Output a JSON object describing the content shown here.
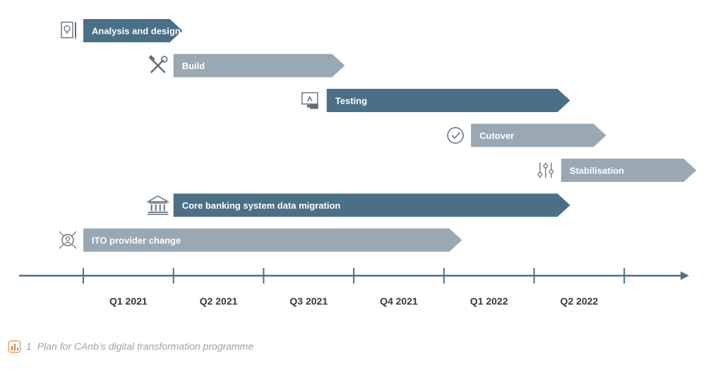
{
  "colors": {
    "dark": "#4b6f86",
    "light": "#9aa8b3",
    "axis": "#4b6f86",
    "icon": "#5f6f7a",
    "caption_icon": "#e07b39"
  },
  "chart_data": {
    "type": "gantt",
    "x_axis": {
      "type": "quarter",
      "range": [
        "2021-Q1",
        "2022-Q3"
      ],
      "tick_labels": [
        "Q1 2021",
        "Q2 2021",
        "Q3 2021",
        "Q4 2021",
        "Q1 2022",
        "Q2 2022"
      ]
    },
    "tasks": [
      {
        "label": "Analysis and design",
        "start": 0.0,
        "end": 1.1,
        "shade": "dark",
        "icon": "analysis-design-icon"
      },
      {
        "label": "Build",
        "start": 1.0,
        "end": 2.9,
        "shade": "light",
        "icon": "tools-icon"
      },
      {
        "label": "Testing",
        "start": 2.7,
        "end": 5.4,
        "shade": "dark",
        "icon": "testing-icon"
      },
      {
        "label": "Cutover",
        "start": 4.3,
        "end": 5.8,
        "shade": "light",
        "icon": "checkmark-icon"
      },
      {
        "label": "Stabilisation",
        "start": 5.3,
        "end": 6.8,
        "shade": "light",
        "icon": "sliders-icon"
      },
      {
        "label": "Core banking system data migration",
        "start": 1.0,
        "end": 5.4,
        "shade": "dark",
        "icon": "bank-icon"
      },
      {
        "label": "ITO provider change",
        "start": 0.0,
        "end": 4.2,
        "shade": "light",
        "icon": "provider-change-icon"
      }
    ]
  },
  "caption": {
    "number": "1",
    "text": "Plan for CAnb’s digital transformation programme"
  }
}
